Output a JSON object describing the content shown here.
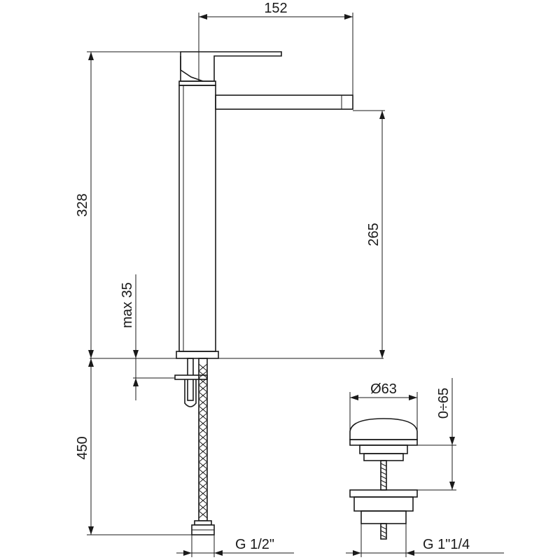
{
  "dimensions": {
    "spout_reach": "152",
    "total_height": "328",
    "spout_height": "265",
    "max_deck_thickness": "max 35",
    "hose_length": "450",
    "waste_diameter": "Ø63",
    "waste_range": "0÷65",
    "inlet_thread": "G 1/2\"",
    "waste_thread": "G 1\"1/4"
  },
  "colors": {
    "line": "#1a1a1a",
    "background": "#ffffff"
  }
}
